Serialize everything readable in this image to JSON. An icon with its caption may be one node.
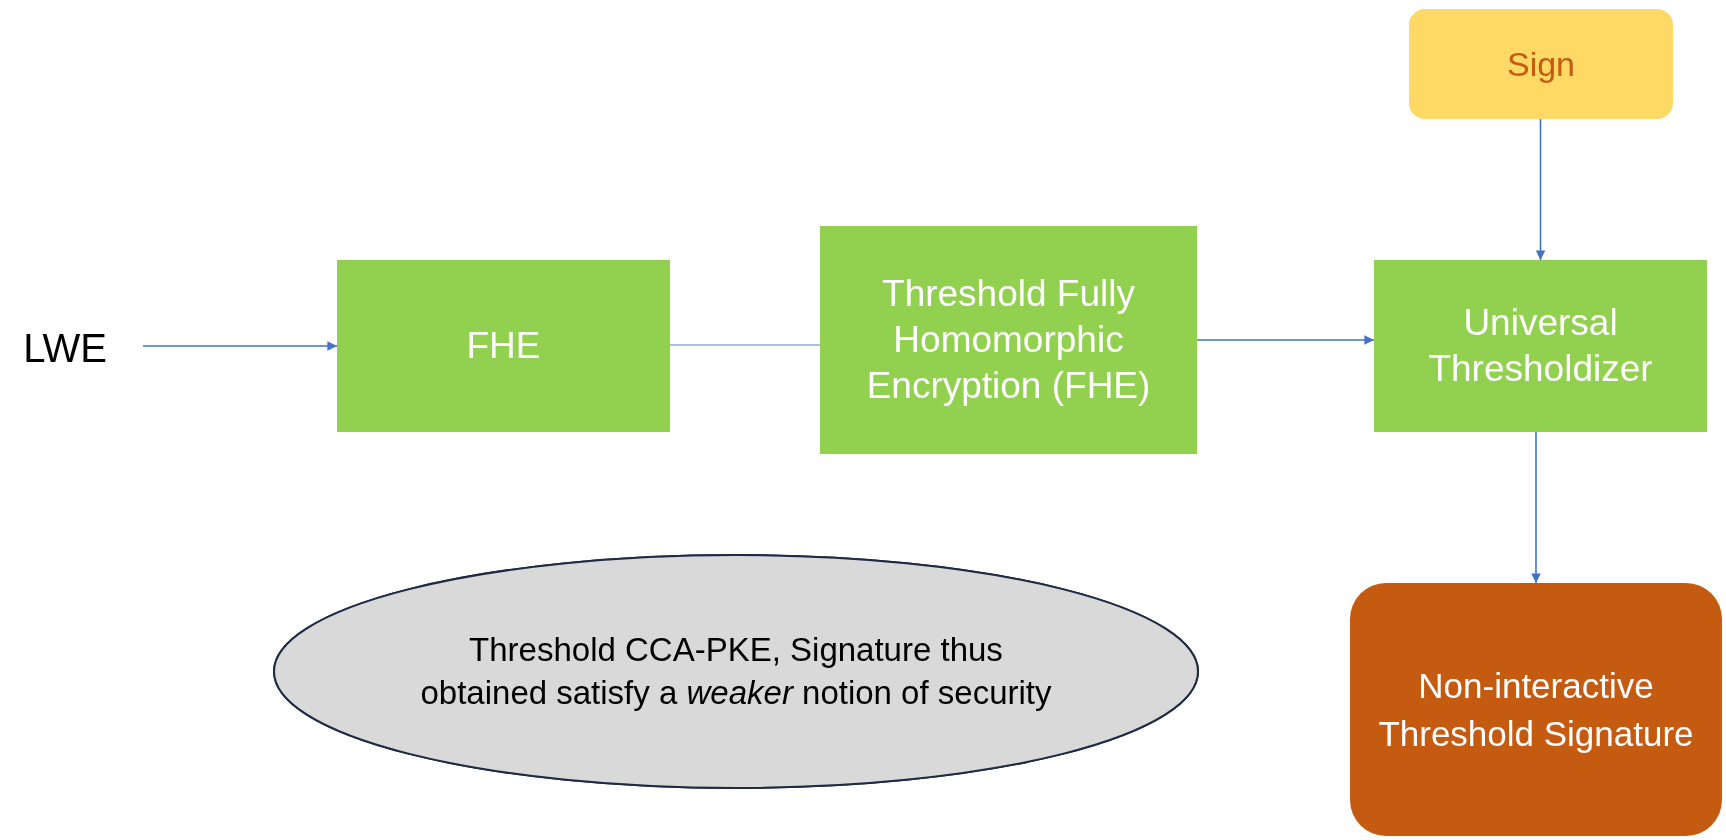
{
  "diagram": {
    "nodes": [
      {
        "text": [
          "LWE"
        ]
      },
      {
        "text": [
          "FHE"
        ]
      },
      {
        "text": [
          "Threshold Fully Homomorphic Encryption (FHE)"
        ]
      },
      {
        "text": [
          "Sign"
        ]
      },
      {
        "text": [
          "Universal Thresholdizer"
        ]
      },
      {
        "text": [
          "Non-interactive Threshold Signature"
        ]
      },
      {
        "text": [
          "Threshold CCA-PKE, Signature thus obtained satisfy a *weaker* notion of security"
        ]
      }
    ],
    "edges": [
      {
        "from": 0,
        "to": 1,
        "arrow": "to"
      },
      {
        "from": 1,
        "to": 2,
        "arrow": "none",
        "color": "#8faadc"
      },
      {
        "from": 2,
        "to": 4,
        "arrow": "to"
      },
      {
        "from": 3,
        "to": 4,
        "arrow": "to"
      },
      {
        "from": 4,
        "to": 5,
        "arrow": "to"
      }
    ]
  }
}
